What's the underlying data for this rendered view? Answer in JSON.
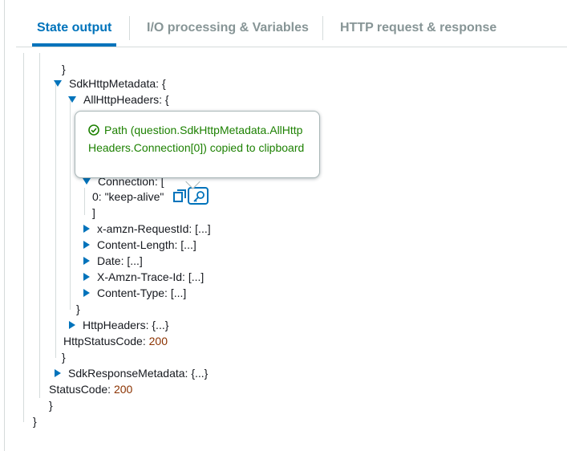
{
  "tabs": [
    {
      "label": "State output",
      "active": true
    },
    {
      "label": "I/O processing & Variables",
      "active": false
    },
    {
      "label": "HTTP request & response",
      "active": false
    }
  ],
  "tree": {
    "close_prev_question_child": "}",
    "sdk_http_metadata": "SdkHttpMetadata: {",
    "all_http_headers": "AllHttpHeaders: {",
    "connection": "Connection: [",
    "connection_index": "0:",
    "connection_value": "\"keep-alive\"",
    "connection_close": "]",
    "collapsed_headers": [
      "x-amzn-RequestId: [...]",
      "Content-Length: [...]",
      "Date: [...]",
      "X-Amzn-Trace-Id: [...]",
      "Content-Type: [...]"
    ],
    "all_http_headers_close": "}",
    "http_headers": "HttpHeaders: {...}",
    "http_status_code_key": "HttpStatusCode:",
    "http_status_code_value": "200",
    "sdk_http_metadata_close": "}",
    "sdk_response_metadata": "SdkResponseMetadata: {...}",
    "status_code_key": "StatusCode:",
    "status_code_value": "200",
    "question_close": "}",
    "root_close": "}"
  },
  "tooltip": {
    "message": "Path (question.SdkHttpMetadata.AllHttpHeaders.Connection[0]) copied to clipboard",
    "status": "success"
  },
  "icons": {
    "copy": "copy-icon",
    "path": "key-icon",
    "success": "check-circle-icon"
  },
  "colors": {
    "accent": "#0073bb",
    "success": "#1d8102",
    "number": "#8b3200",
    "inactive_tab": "#879596"
  }
}
